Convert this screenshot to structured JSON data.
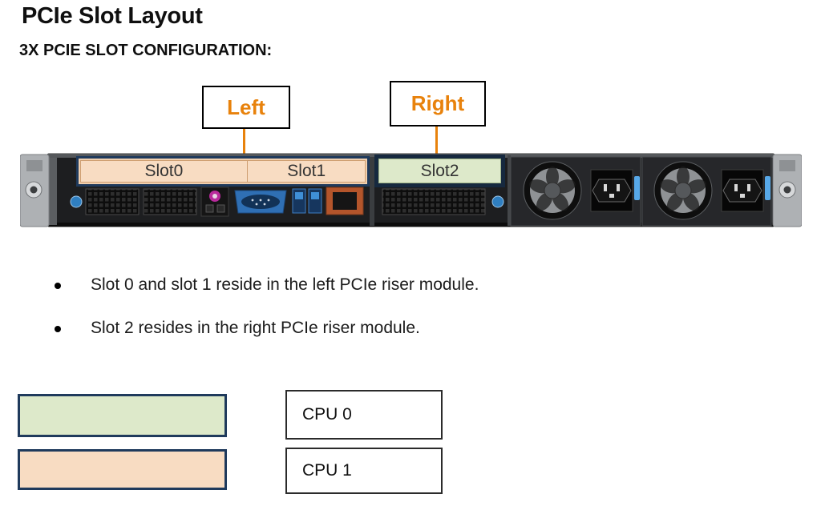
{
  "page": {
    "title": "PCIe Slot Layout",
    "subtitle": "3X PCIE SLOT CONFIGURATION:"
  },
  "callouts": {
    "left": {
      "label": "Left"
    },
    "right": {
      "label": "Right"
    }
  },
  "server": {
    "slots": {
      "slot0": {
        "label": "Slot0",
        "riser": "left"
      },
      "slot1": {
        "label": "Slot1",
        "riser": "left"
      },
      "slot2": {
        "label": "Slot2",
        "riser": "right"
      }
    }
  },
  "bullets": {
    "items": [
      {
        "text": "Slot 0 and slot 1 reside in the left PCIe riser module."
      },
      {
        "text": "Slot 2 resides in the right PCIe riser module."
      }
    ]
  },
  "legend": {
    "cpu0": {
      "label": "CPU 0",
      "color": "#dde9ca"
    },
    "cpu1": {
      "label": "CPU 1",
      "color": "#f8dcc2"
    }
  },
  "colors": {
    "accent_orange": "#e8820c",
    "riser_border_navy": "#1f3a5c"
  }
}
